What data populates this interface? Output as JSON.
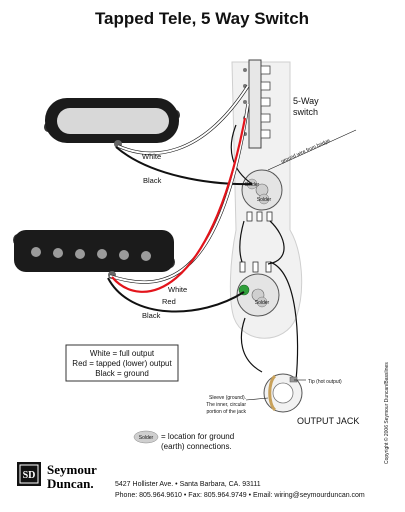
{
  "title": "Tapped Tele, 5 Way Switch",
  "switch_label_line1": "5-Way",
  "switch_label_line2": "switch",
  "ground_note": "ground wire from bridge",
  "wire_labels": {
    "neck_white": "White",
    "neck_black": "Black",
    "bridge_white": "White",
    "bridge_red": "Red",
    "bridge_black": "Black"
  },
  "solder_label": "Solder",
  "legend": {
    "line1": "White = full output",
    "line2": "Red = tapped (lower) output",
    "line3": "Black = ground"
  },
  "jack": {
    "title": "OUTPUT JACK",
    "tip": "Tip (hot output)",
    "sleeve1": "Sleeve (ground).",
    "sleeve2": "The inner, circular",
    "sleeve3": "portion of the jack"
  },
  "solder_note": {
    "chip": "Solder",
    "line1": "= location for ground",
    "line2": "(earth) connections."
  },
  "copyright": "Copyright © 2006 Seymour Duncan/Basslines",
  "brand": {
    "logo_letters": "SD",
    "line1": "Seymour",
    "line2": "Duncan."
  },
  "address": {
    "line1": "5427 Hollister Ave.  •  Santa Barbara, CA. 93111",
    "line2": "Phone: 805.964.9610  •  Fax: 805.964.9749  •  Email: wiring@seymourduncan.com"
  },
  "colors": {
    "wire_white": "#ffffff",
    "wire_red": "#e3141b",
    "wire_black": "#111111",
    "solder_green": "#2f9e3a",
    "plate": "#f1f1f1"
  }
}
